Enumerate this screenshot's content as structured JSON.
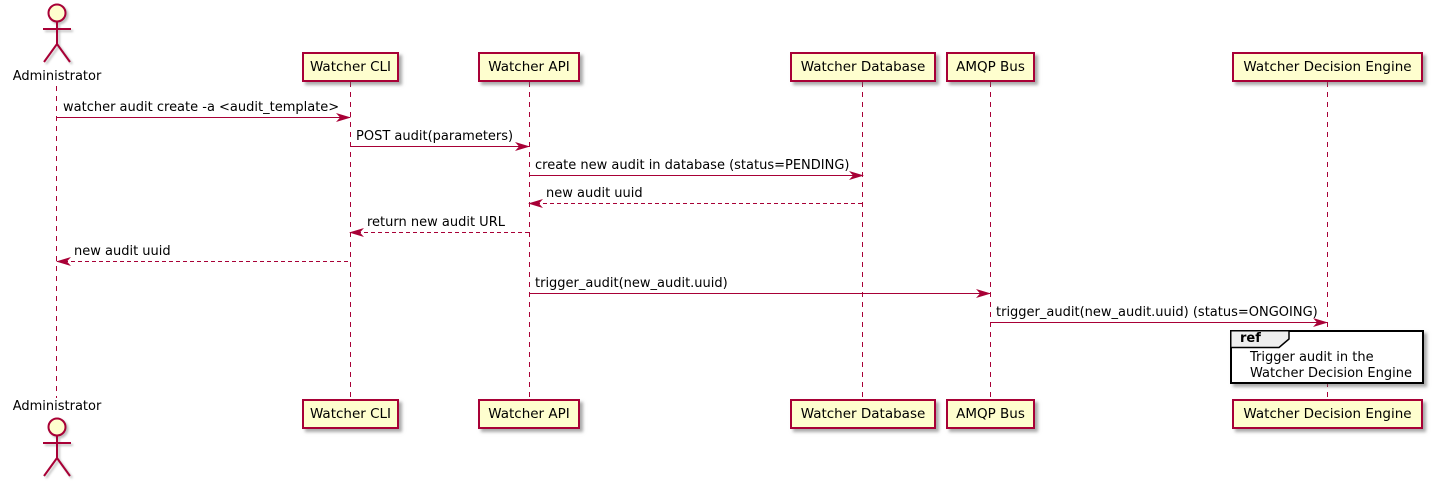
{
  "diagram": {
    "type": "uml-sequence",
    "colors": {
      "accent": "#A80036",
      "participant_fill": "#FEFECE",
      "text": "#000000",
      "ref_tag_fill": "#EEEEEE",
      "ref_fill": "#FFFFFF"
    }
  },
  "actor": {
    "name": "Administrator"
  },
  "participants": [
    {
      "name": "Watcher CLI"
    },
    {
      "name": "Watcher API"
    },
    {
      "name": "Watcher Database"
    },
    {
      "name": "AMQP Bus"
    },
    {
      "name": "Watcher Decision Engine"
    }
  ],
  "messages": [
    {
      "text": "watcher audit create -a <audit_template>",
      "from": "Administrator",
      "to": "Watcher CLI",
      "line": "solid",
      "direction": "right"
    },
    {
      "text": "POST audit(parameters)",
      "from": "Watcher CLI",
      "to": "Watcher API",
      "line": "solid",
      "direction": "right"
    },
    {
      "text": "create new audit in database (status=PENDING)",
      "from": "Watcher API",
      "to": "Watcher Database",
      "line": "solid",
      "direction": "right"
    },
    {
      "text": "new audit uuid",
      "from": "Watcher Database",
      "to": "Watcher API",
      "line": "dashed",
      "direction": "left"
    },
    {
      "text": "return new audit URL",
      "from": "Watcher API",
      "to": "Watcher CLI",
      "line": "dashed",
      "direction": "left"
    },
    {
      "text": "new audit uuid",
      "from": "Watcher CLI",
      "to": "Administrator",
      "line": "dashed",
      "direction": "left"
    },
    {
      "text": "trigger_audit(new_audit.uuid)",
      "from": "Watcher API",
      "to": "AMQP Bus",
      "line": "solid",
      "direction": "right"
    },
    {
      "text": "trigger_audit(new_audit.uuid) (status=ONGOING)",
      "from": "AMQP Bus",
      "to": "Watcher Decision Engine",
      "line": "solid",
      "direction": "right"
    }
  ],
  "ref": {
    "tag": "ref",
    "lines": [
      "Trigger audit in the",
      "Watcher Decision Engine"
    ]
  }
}
